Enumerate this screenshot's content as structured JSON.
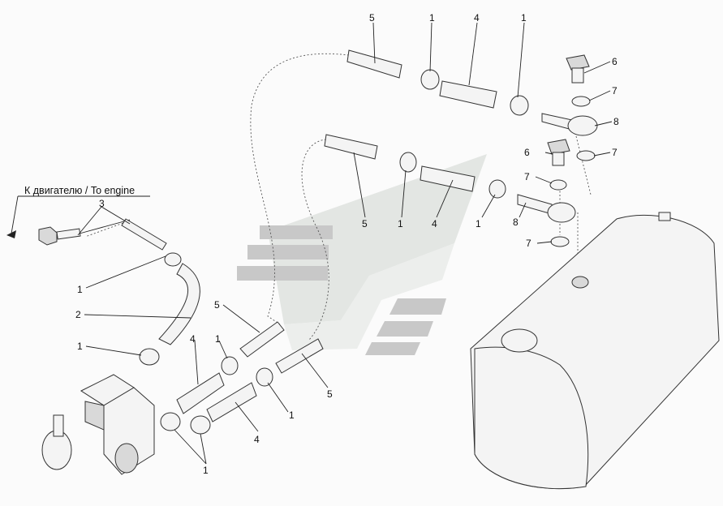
{
  "caption": "К двигателю / To engine",
  "callouts": {
    "c1a": "1",
    "c1b": "1",
    "c1c": "1",
    "c1d": "1",
    "c1e": "1",
    "c1f": "1",
    "c1g": "1",
    "c1h": "1",
    "c1i": "1",
    "c2": "2",
    "c3": "3",
    "c4a": "4",
    "c4b": "4",
    "c4c": "4",
    "c4d": "4",
    "c5a": "5",
    "c5b": "5",
    "c5c": "5",
    "c5d": "5",
    "c6a": "6",
    "c6b": "6",
    "c7a": "7",
    "c7b": "7",
    "c7c": "7",
    "c7d": "7",
    "c8a": "8",
    "c8b": "8"
  },
  "colors": {
    "line": "#222222",
    "watermark_light": "#e3e6e3",
    "watermark_dark": "#c8c8c8"
  }
}
